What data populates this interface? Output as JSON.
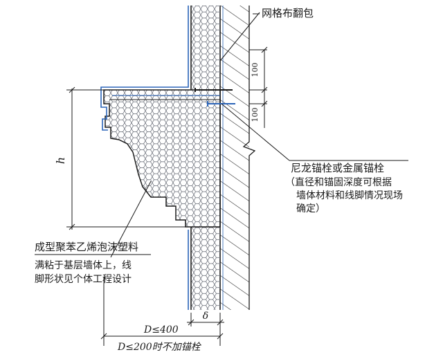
{
  "labels": {
    "mesh_wrap": "网格布翻包",
    "anchor_title": "尼龙锚栓或金属锚栓",
    "anchor_note": [
      "（直径和锚固深度可根据",
      "墙体材料和线脚情况现场",
      "确定）"
    ],
    "eps_title": "成型聚苯乙烯泡沫塑料",
    "eps_note": [
      "满粘于基层墙体上，线",
      "脚形状见个体工程设计"
    ]
  },
  "dimensions": {
    "spacing_upper": "100",
    "spacing_lower": "100",
    "height": "h",
    "thickness": "δ",
    "projection": "D≤400",
    "no_anchor_condition": "D≤200时不加锚栓"
  },
  "colors": {
    "line": "#1a1a1a",
    "mesh": "#2a64b8",
    "insulation_fill": "#f4f6fb",
    "background": "#ffffff"
  }
}
